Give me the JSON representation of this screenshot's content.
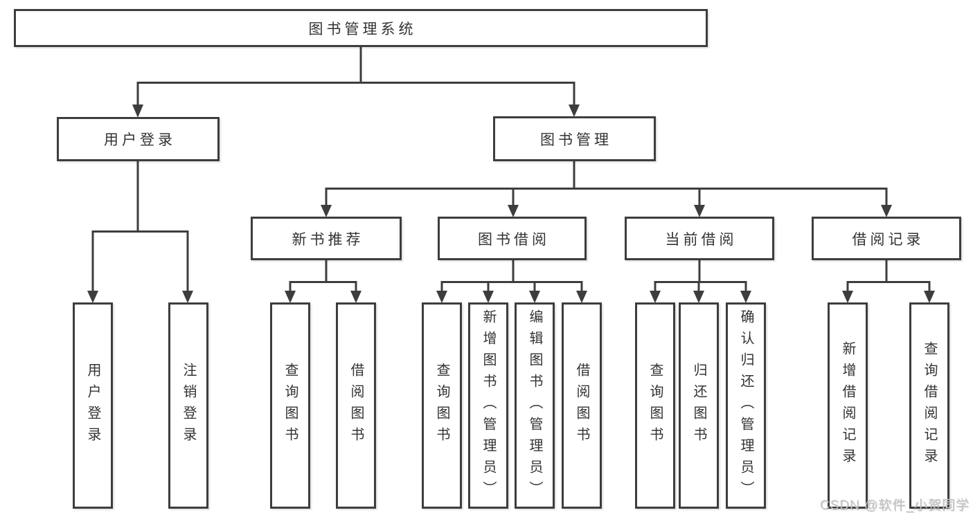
{
  "diagram": {
    "root": {
      "label": "图书管理系统"
    },
    "branches": [
      {
        "label": "用户登录",
        "leaves": [
          {
            "label": "用户登录"
          },
          {
            "label": "注销登录"
          }
        ]
      },
      {
        "label": "图书管理",
        "children": [
          {
            "label": "新书推荐",
            "leaves": [
              {
                "label": "查询图书"
              },
              {
                "label": "借阅图书"
              }
            ]
          },
          {
            "label": "图书借阅",
            "leaves": [
              {
                "label": "查询图书"
              },
              {
                "label": "新增图书（管理员）"
              },
              {
                "label": "编辑图书（管理员）"
              },
              {
                "label": "借阅图书"
              }
            ]
          },
          {
            "label": "当前借阅",
            "leaves": [
              {
                "label": "查询图书"
              },
              {
                "label": "归还图书"
              },
              {
                "label": "确认归还（管理员）"
              }
            ]
          },
          {
            "label": "借阅记录",
            "leaves": [
              {
                "label": "新增借阅记录"
              },
              {
                "label": "查询借阅记录"
              }
            ]
          }
        ]
      }
    ]
  },
  "watermark": {
    "text": "CSDN @软件_小贺同学"
  },
  "colors": {
    "line": "#3d3d3d",
    "text": "#333333",
    "background": "#ffffff",
    "watermark": "#c6c6c6"
  }
}
